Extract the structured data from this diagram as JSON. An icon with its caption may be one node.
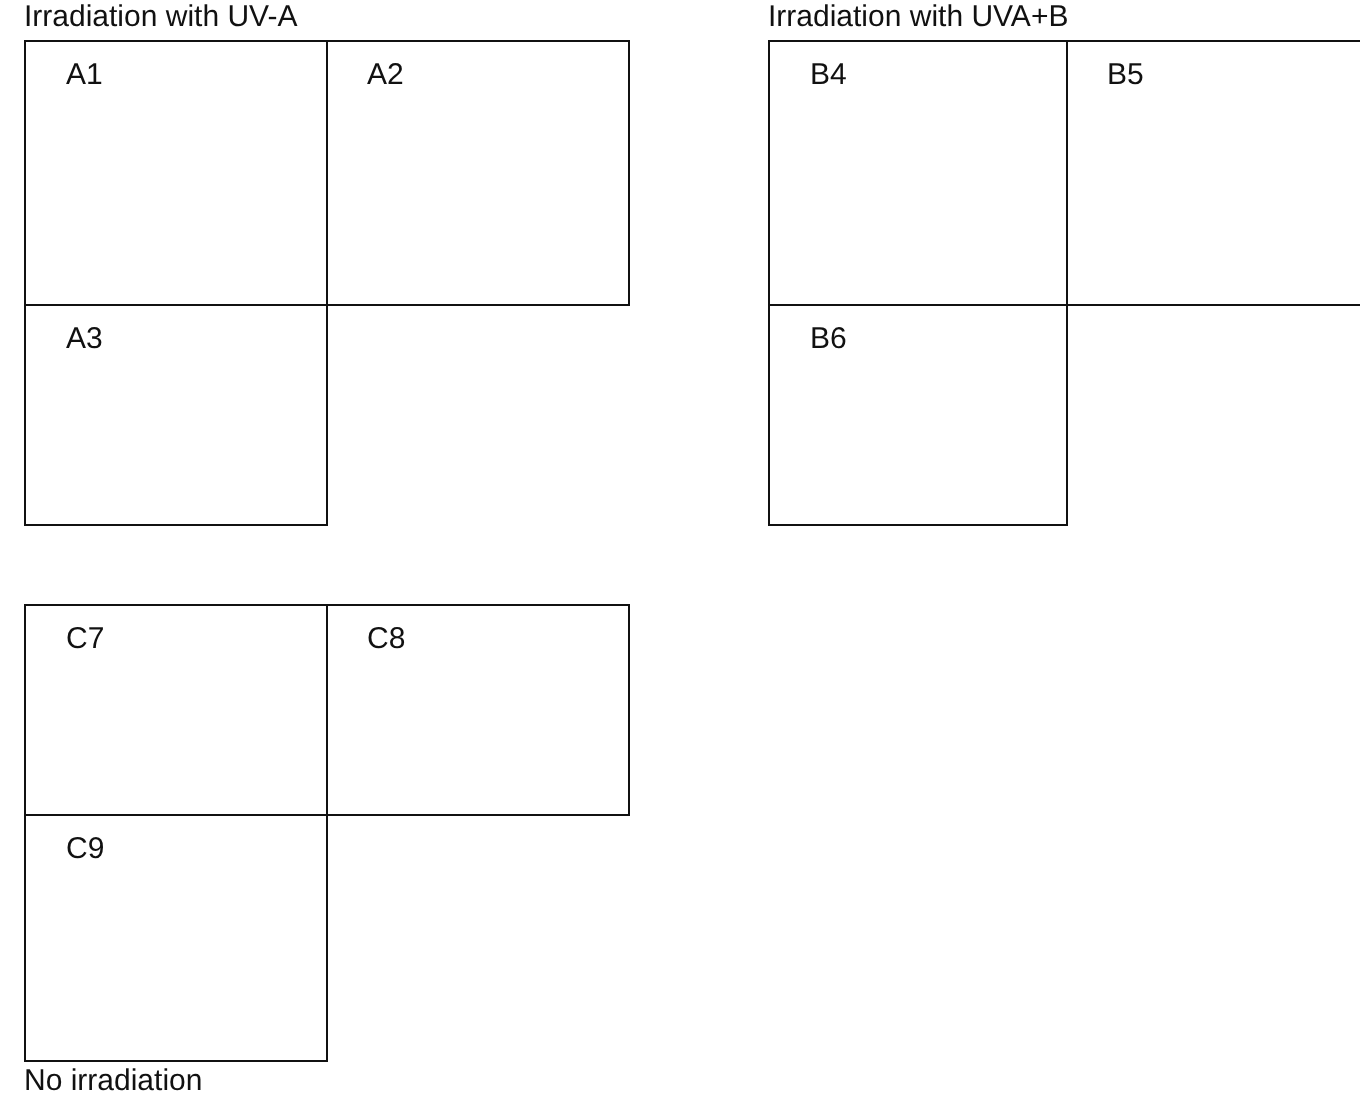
{
  "diagram": {
    "nodes": [
      {
        "text": [
          "A1"
        ]
      },
      {
        "text": [
          "A2"
        ]
      },
      {
        "text": [
          "A3"
        ]
      },
      {
        "text": [
          "B4"
        ]
      },
      {
        "text": [
          "B5"
        ]
      },
      {
        "text": [
          "B6"
        ]
      },
      {
        "text": [
          "C7"
        ]
      },
      {
        "text": [
          "C8"
        ]
      },
      {
        "text": [
          "C9"
        ]
      }
    ],
    "edges": [],
    "labels": [
      "Irradiation with UV-A",
      "Irradiation with UVA+B",
      "No irradiation"
    ]
  }
}
